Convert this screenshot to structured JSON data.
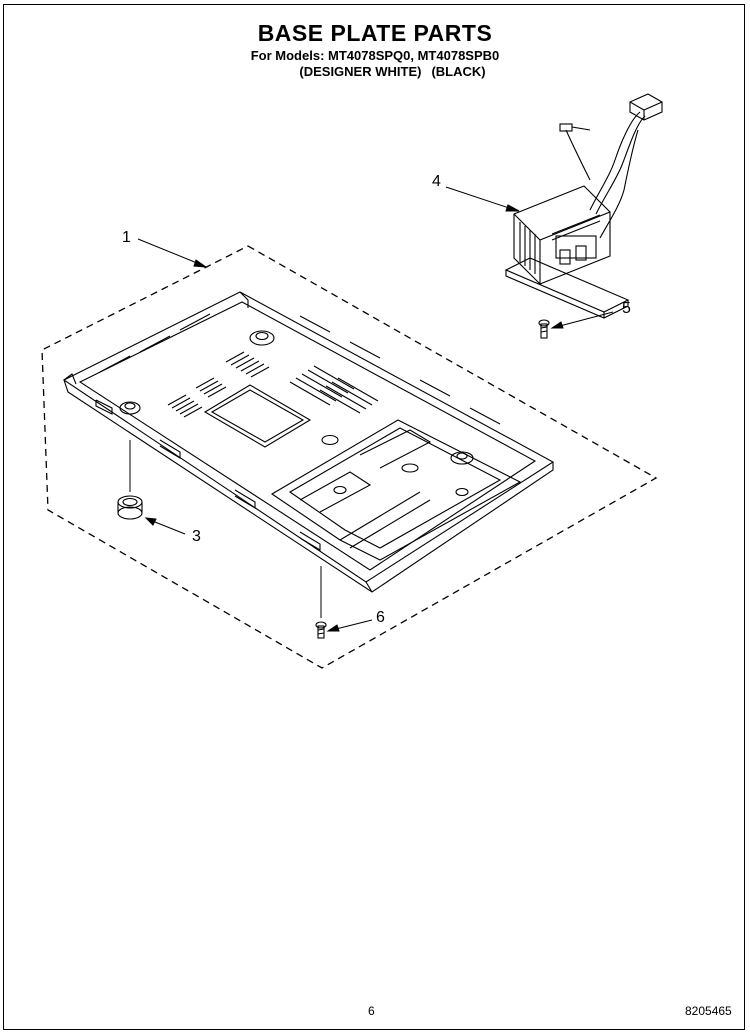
{
  "title": "BASE PLATE PARTS",
  "models_line": "For Models: MT4078SPQ0, MT4078SPB0",
  "variants": [
    "(DESIGNER WHITE)",
    "(BLACK)"
  ],
  "callouts": [
    "1",
    "3",
    "4",
    "5",
    "6"
  ],
  "page_number": "6",
  "document_number": "8205465"
}
